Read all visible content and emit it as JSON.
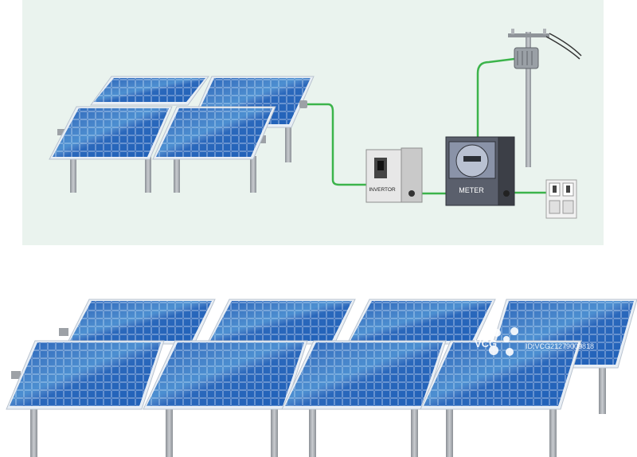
{
  "top_panel": {
    "inverter": {
      "label": "INVERTOR"
    },
    "meter": {
      "label": "METER"
    }
  },
  "watermark": {
    "logo": "VCG",
    "id_text": "ID:VCG21279009818"
  },
  "colors": {
    "background_panel": "#eaf3ee",
    "panel_blue": "#1a4f9c",
    "cable_green": "#3cb44b",
    "meter_box": "#4a4e5c",
    "inverter_box": "#d8d8d8",
    "pole": "#a9adb2"
  },
  "icons": [
    "solar-panel-icon",
    "switch-icon",
    "meter-dial-icon",
    "utility-pole-icon",
    "outlet-icon"
  ]
}
